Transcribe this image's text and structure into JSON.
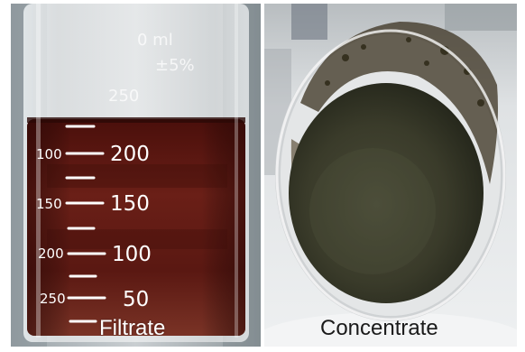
{
  "panels": {
    "left": {
      "caption": "Filtrate",
      "glass_marks": [
        "0 ml",
        "±5%",
        "250"
      ],
      "left_scale": [
        "100",
        "150",
        "200",
        "250"
      ],
      "right_scale": [
        "200",
        "150",
        "100",
        "50"
      ]
    },
    "right": {
      "caption": "Concentrate"
    }
  },
  "colors": {
    "filtrate_liquid": "#5a1a14",
    "concentrate_paste": "#3a3b2a",
    "dish_rim": "#cfd2d4"
  }
}
